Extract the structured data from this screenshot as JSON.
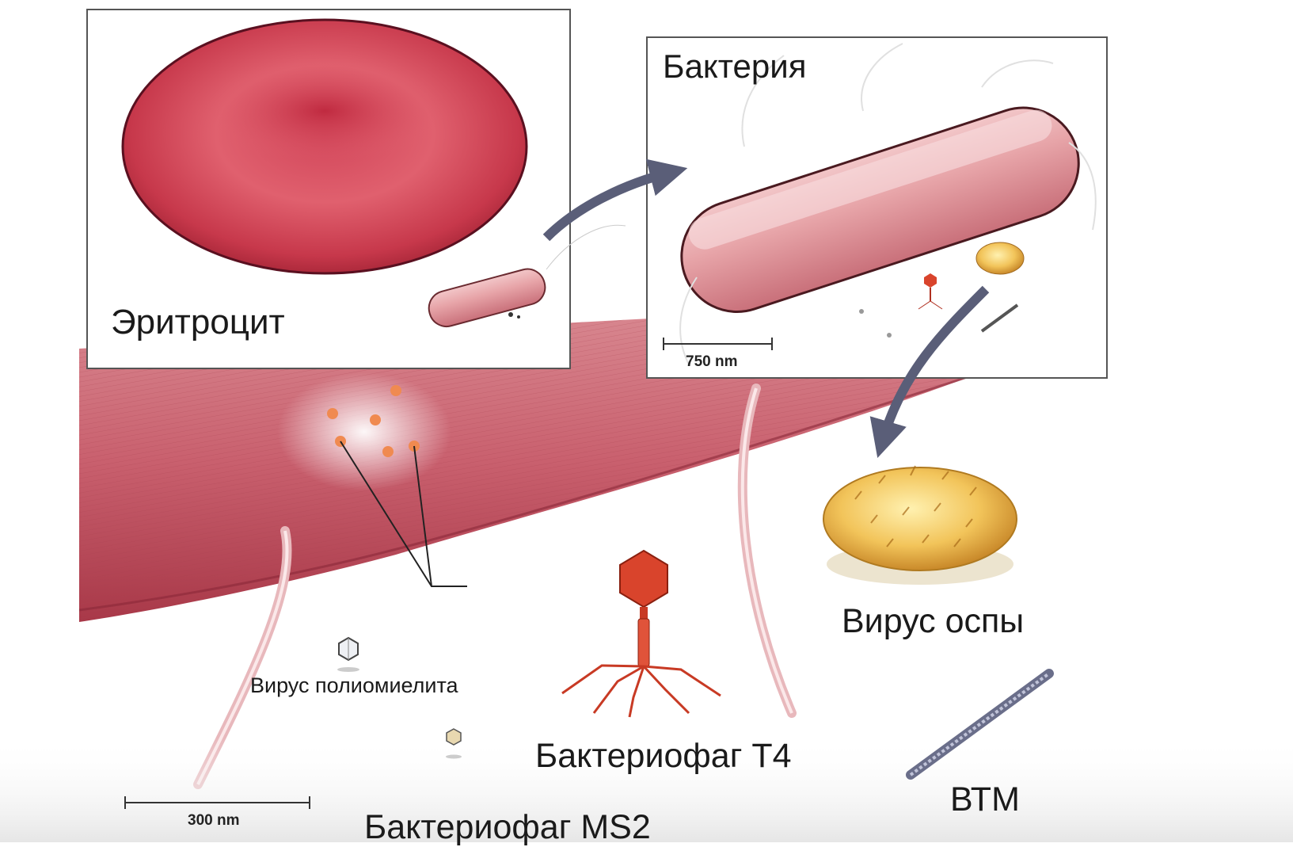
{
  "labels": {
    "erythrocyte": "Эритроцит",
    "bacterium": "Бактерия",
    "polio": "Вирус полиомиелита",
    "t4": "Бактериофаг T4",
    "smallpox": "Вирус оспы",
    "ms2": "Бактериофаг MS2",
    "tmv": "ВТМ"
  },
  "scale_bars": {
    "inset_bacteria": "750 nm",
    "main": "300 nm"
  },
  "colors": {
    "cell_red": "#c8384a",
    "bacterium_pink": "#e39aa0",
    "smallpox_yellow": "#e8b34a",
    "phage_red": "#d9442c",
    "arrow_grey": "#5a5e78"
  }
}
